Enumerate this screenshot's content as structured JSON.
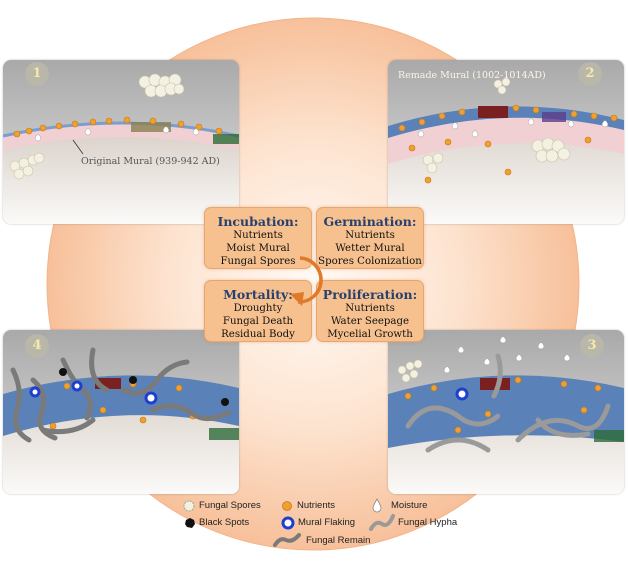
{
  "panels": [
    {
      "id": "1",
      "label": "Original Mural (939-942 AD)"
    },
    {
      "id": "2",
      "label": "Remade Mural (1002-1014AD)"
    },
    {
      "id": "3"
    },
    {
      "id": "4"
    }
  ],
  "stages": [
    {
      "title": "Incubation:",
      "lines": [
        "Nutrients",
        "Moist Mural",
        "Fungal Spores"
      ]
    },
    {
      "title": "Germination:",
      "lines": [
        "Nutrients",
        "Wetter Mural",
        "Spores Colonization"
      ]
    },
    {
      "title": "Mortality:",
      "lines": [
        "Droughty",
        "Fungal Death",
        "Residual Body"
      ]
    },
    {
      "title": "Proliferation:",
      "lines": [
        "Nutrients",
        "Water Seepage",
        "Mycelial Growth"
      ]
    }
  ],
  "legend": {
    "fungal_spores": "Fungal Spores",
    "nutrients": "Nutrients",
    "moisture": "Moisture",
    "black_spots": "Black Spots",
    "mural_flaking": "Mural Flaking",
    "fungal_hypha": "Fungal Hypha",
    "fungal_remain": "Fungal Remain"
  },
  "colors": {
    "background_circle": "#f9c8a4",
    "stage_box": "#f6c18f",
    "stage_title": "#27406e",
    "cycle_arrow": "#e07a2a",
    "nutrient": "#f0a030",
    "mural_blue": "#5b82b8",
    "hypha": "#8c8c8c",
    "black_spot": "#111111",
    "flaking": "#1f3fd0"
  },
  "icons": [
    "fungal-spores-icon",
    "nutrients-icon",
    "moisture-icon",
    "black-spots-icon",
    "mural-flaking-icon",
    "fungal-hypha-icon",
    "fungal-remain-icon",
    "cycle-arrow-icon"
  ]
}
